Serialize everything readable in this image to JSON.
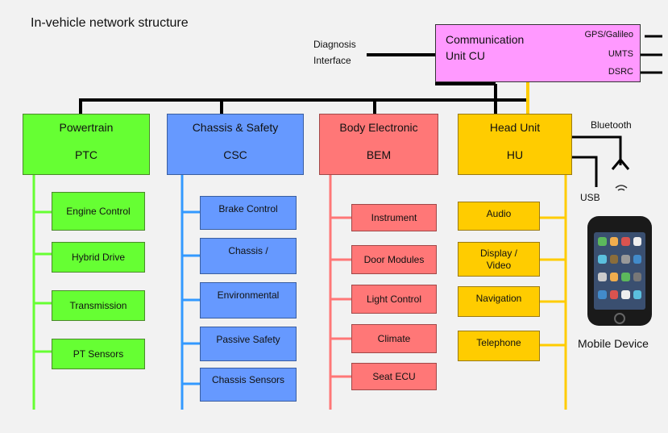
{
  "title": "In-vehicle network structure",
  "diagnosis": {
    "line1": "Diagnosis",
    "line2": "Interface"
  },
  "cu": {
    "line1": "Communication",
    "line2": "Unit  CU",
    "gps": "GPS/Galileo",
    "umts": "UMTS",
    "dsrc": "DSRC"
  },
  "domains": {
    "powertrain": {
      "name": "Powertrain",
      "abbr": "PTC",
      "items": [
        "Engine Control",
        "Hybrid Drive",
        "Transmission",
        "PT Sensors"
      ]
    },
    "chassis": {
      "name": "Chassis & Safety",
      "abbr": "CSC",
      "items": [
        "Brake Control",
        "Chassis /",
        "Environmental",
        "Passive Safety",
        "Chassis Sensors"
      ]
    },
    "body": {
      "name": "Body Electronic",
      "abbr": "BEM",
      "items": [
        "Instrument",
        "Door Modules",
        "Light Control",
        "Climate",
        "Seat ECU"
      ]
    },
    "head": {
      "name": "Head Unit",
      "abbr": "HU",
      "items": [
        "Audio",
        "Display /\nVideo",
        "Navigation",
        "Telephone"
      ]
    }
  },
  "bluetooth": "Bluetooth",
  "usb": "USB",
  "mobile": "Mobile Device",
  "colors": {
    "green": "#66ff33",
    "blue": "#6699ff",
    "red": "#ff7777",
    "yellow": "#ffcc00",
    "pink": "#ff99ff",
    "bus": "#000000"
  }
}
